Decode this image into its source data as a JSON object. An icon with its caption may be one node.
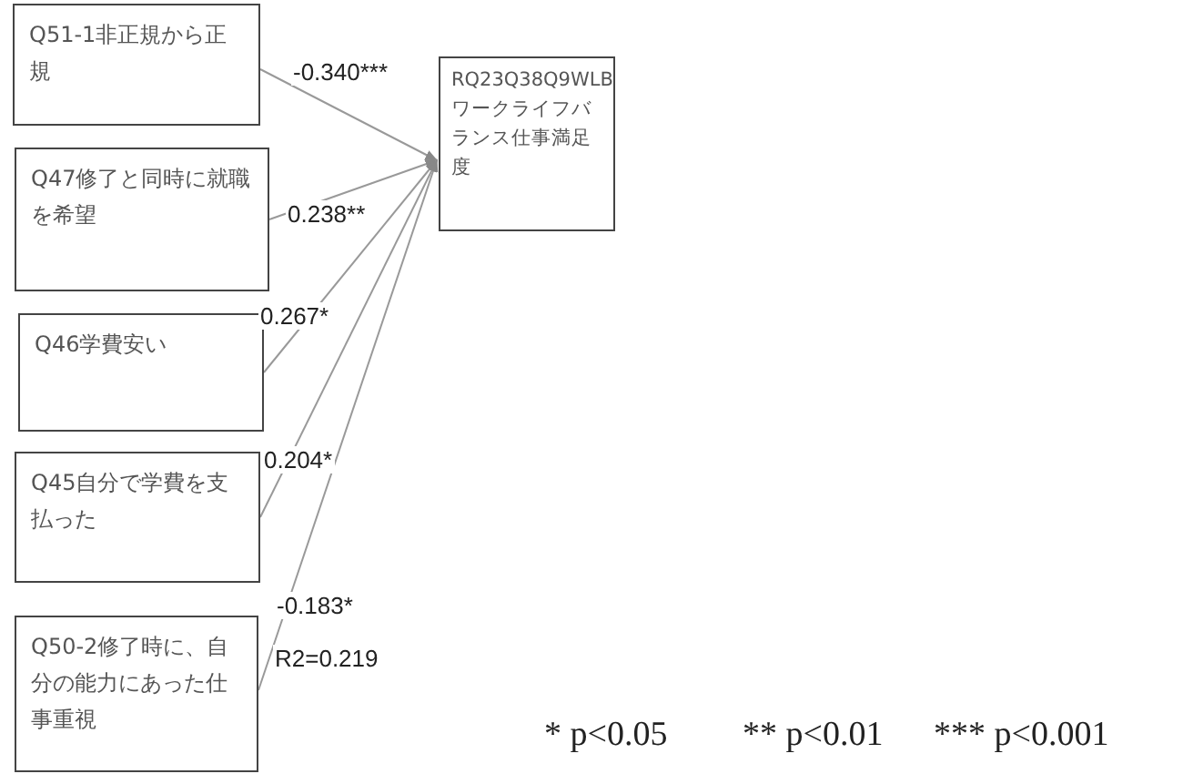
{
  "diagram": {
    "nodes": [
      {
        "text": [
          "Q51-1非正規から正規"
        ]
      },
      {
        "text": [
          "Q47修了と同時に就職を希望"
        ]
      },
      {
        "text": [
          "Q46学費安い"
        ]
      },
      {
        "text": [
          "Q45自分で学費を支払った"
        ]
      },
      {
        "text": [
          "Q50-2修了時に、自分の能力にあった仕事重視"
        ]
      },
      {
        "text": [
          "RQ23Q38Q9WLB ワークライフバランス仕事満足度"
        ]
      }
    ],
    "edges": [
      {
        "from": 0,
        "to": 5,
        "arrow": "to",
        "label": "-0.340***"
      },
      {
        "from": 1,
        "to": 5,
        "arrow": "to",
        "label": "0.238**"
      },
      {
        "from": 2,
        "to": 5,
        "arrow": "to",
        "label": "0.267*"
      },
      {
        "from": 3,
        "to": 5,
        "arrow": "to",
        "label": "0.204*"
      },
      {
        "from": 4,
        "to": 5,
        "arrow": "to",
        "label": "-0.183*"
      }
    ],
    "labels": [
      "R2=0.219",
      "* p<0.05",
      "** p<0.01",
      "*** p<0.001"
    ]
  }
}
